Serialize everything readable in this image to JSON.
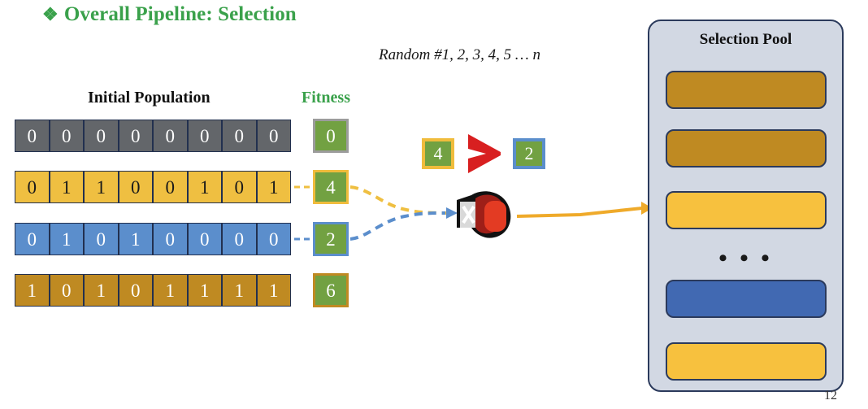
{
  "slide": {
    "title": "Overall Pipeline: Selection",
    "title_bullet": "❖",
    "title_color": "#3aa14b",
    "page_number": "12"
  },
  "headers": {
    "population": "Initial Population",
    "fitness": "Fitness"
  },
  "random_note": "Random #1, 2, 3, 4, 5 … n",
  "population": {
    "rows": [
      {
        "id": "row-gray",
        "color": "#63666a",
        "text_color": "#ffffff",
        "bits": [
          "0",
          "0",
          "0",
          "0",
          "0",
          "0",
          "0",
          "0"
        ],
        "fitness": "0",
        "fitness_border": "#9c9c9c"
      },
      {
        "id": "row-yellow",
        "color": "#efbf41",
        "text_color": "#1a1a1a",
        "bits": [
          "0",
          "1",
          "1",
          "0",
          "0",
          "1",
          "0",
          "1"
        ],
        "fitness": "4",
        "fitness_border": "#f0bc3c"
      },
      {
        "id": "row-blue",
        "color": "#5b8ecc",
        "text_color": "#ffffff",
        "bits": [
          "0",
          "1",
          "0",
          "1",
          "0",
          "0",
          "0",
          "0"
        ],
        "fitness": "2",
        "fitness_border": "#5b8ecc"
      },
      {
        "id": "row-gold",
        "color": "#bf8a22",
        "text_color": "#ffffff",
        "bits": [
          "1",
          "0",
          "1",
          "0",
          "1",
          "1",
          "1",
          "1"
        ],
        "fitness": "6",
        "fitness_border": "#c08a22"
      }
    ]
  },
  "comparison": {
    "left_value": "4",
    "right_value": "2",
    "operator": "greater-than",
    "left_border": "#f0bc3c",
    "right_border": "#5b8ecc",
    "arrow_color": "#d81f20",
    "box_fill": "#72a142"
  },
  "selector": {
    "icon": "grabbing-hand-icon",
    "marker": "X",
    "hand_color": "#d2291f",
    "winner_color": "#efbf41"
  },
  "pool": {
    "title": "Selection Pool",
    "background": "#d2d8e3",
    "border": "#2b3a5c",
    "ellipsis": "• • •",
    "bars": [
      {
        "name": "pool-bar-1",
        "color": "#bf8a22"
      },
      {
        "name": "pool-bar-2",
        "color": "#bf8a22"
      },
      {
        "name": "pool-bar-3",
        "color": "#f7c13e"
      },
      {
        "name": "pool-bar-4",
        "color": "#4169b2"
      },
      {
        "name": "pool-bar-5",
        "color": "#f7c13e"
      }
    ]
  },
  "connectors": {
    "yellow": "#efbf41",
    "blue": "#5b8ecc",
    "result": "#efaa2a"
  }
}
